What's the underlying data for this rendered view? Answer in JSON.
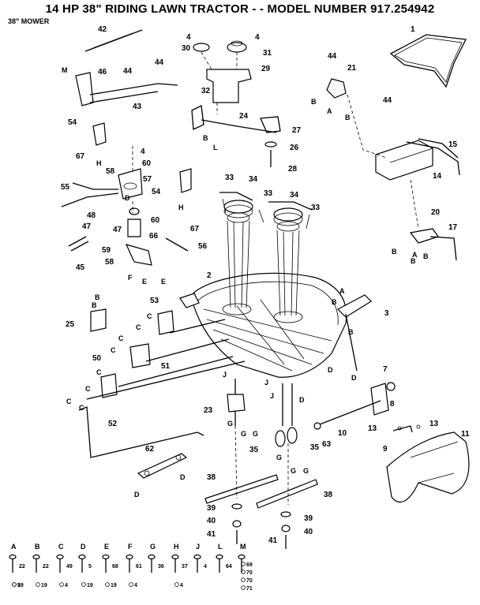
{
  "header": {
    "title": "14 HP 38\" RIDING LAWN TRACTOR - - MODEL NUMBER 917.254942",
    "subtitle": "38\" MOWER"
  },
  "callouts": [
    {
      "id": "c1",
      "text": "1"
    },
    {
      "id": "c2",
      "text": "2"
    },
    {
      "id": "c3",
      "text": "3"
    },
    {
      "id": "c4a",
      "text": "4"
    },
    {
      "id": "c4b",
      "text": "4"
    },
    {
      "id": "c4c",
      "text": "4"
    },
    {
      "id": "c7",
      "text": "7"
    },
    {
      "id": "c8",
      "text": "8"
    },
    {
      "id": "c9",
      "text": "9"
    },
    {
      "id": "c10",
      "text": "10"
    },
    {
      "id": "c11",
      "text": "11"
    },
    {
      "id": "c13a",
      "text": "13"
    },
    {
      "id": "c13b",
      "text": "13"
    },
    {
      "id": "c14",
      "text": "14"
    },
    {
      "id": "c15",
      "text": "15"
    },
    {
      "id": "c17",
      "text": "17"
    },
    {
      "id": "c20",
      "text": "20"
    },
    {
      "id": "c21",
      "text": "21"
    },
    {
      "id": "c23",
      "text": "23"
    },
    {
      "id": "c24",
      "text": "24"
    },
    {
      "id": "c25",
      "text": "25"
    },
    {
      "id": "c26",
      "text": "26"
    },
    {
      "id": "c27",
      "text": "27"
    },
    {
      "id": "c28",
      "text": "28"
    },
    {
      "id": "c29",
      "text": "29"
    },
    {
      "id": "c30",
      "text": "30"
    },
    {
      "id": "c31",
      "text": "31"
    },
    {
      "id": "c32",
      "text": "32"
    },
    {
      "id": "c33a",
      "text": "33"
    },
    {
      "id": "c33b",
      "text": "33"
    },
    {
      "id": "c33c",
      "text": "33"
    },
    {
      "id": "c34a",
      "text": "34"
    },
    {
      "id": "c34b",
      "text": "34"
    },
    {
      "id": "c35a",
      "text": "35"
    },
    {
      "id": "c35b",
      "text": "35"
    },
    {
      "id": "c38a",
      "text": "38"
    },
    {
      "id": "c38b",
      "text": "38"
    },
    {
      "id": "c39a",
      "text": "39"
    },
    {
      "id": "c39b",
      "text": "39"
    },
    {
      "id": "c40a",
      "text": "40"
    },
    {
      "id": "c40b",
      "text": "40"
    },
    {
      "id": "c41a",
      "text": "41"
    },
    {
      "id": "c41b",
      "text": "41"
    },
    {
      "id": "c42",
      "text": "42"
    },
    {
      "id": "c43",
      "text": "43"
    },
    {
      "id": "c44a",
      "text": "44"
    },
    {
      "id": "c44b",
      "text": "44"
    },
    {
      "id": "c44c",
      "text": "44"
    },
    {
      "id": "c44d",
      "text": "44"
    },
    {
      "id": "c45",
      "text": "45"
    },
    {
      "id": "c46",
      "text": "46"
    },
    {
      "id": "c47a",
      "text": "47"
    },
    {
      "id": "c47b",
      "text": "47"
    },
    {
      "id": "c48",
      "text": "48"
    },
    {
      "id": "c50",
      "text": "50"
    },
    {
      "id": "c51",
      "text": "51"
    },
    {
      "id": "c52",
      "text": "52"
    },
    {
      "id": "c53",
      "text": "53"
    },
    {
      "id": "c54a",
      "text": "54"
    },
    {
      "id": "c54b",
      "text": "54"
    },
    {
      "id": "c55",
      "text": "55"
    },
    {
      "id": "c56",
      "text": "56"
    },
    {
      "id": "c57",
      "text": "57"
    },
    {
      "id": "c58a",
      "text": "58"
    },
    {
      "id": "c58b",
      "text": "58"
    },
    {
      "id": "c59",
      "text": "59"
    },
    {
      "id": "c60a",
      "text": "60"
    },
    {
      "id": "c60b",
      "text": "60"
    },
    {
      "id": "c62",
      "text": "62"
    },
    {
      "id": "c63",
      "text": "63"
    },
    {
      "id": "c66",
      "text": "66"
    },
    {
      "id": "c67a",
      "text": "67"
    },
    {
      "id": "c67b",
      "text": "67"
    }
  ],
  "letters": [
    {
      "id": "lM",
      "text": "M"
    },
    {
      "id": "lH1",
      "text": "H"
    },
    {
      "id": "lH2",
      "text": "H"
    },
    {
      "id": "lD1",
      "text": "D"
    },
    {
      "id": "lD2",
      "text": "D"
    },
    {
      "id": "lD3",
      "text": "D"
    },
    {
      "id": "lD4",
      "text": "D"
    },
    {
      "id": "lD5",
      "text": "D"
    },
    {
      "id": "lD6",
      "text": "D"
    },
    {
      "id": "lB1",
      "text": "B"
    },
    {
      "id": "lB2",
      "text": "B"
    },
    {
      "id": "lB3",
      "text": "B"
    },
    {
      "id": "lB4",
      "text": "B"
    },
    {
      "id": "lB5",
      "text": "B"
    },
    {
      "id": "lB6",
      "text": "B"
    },
    {
      "id": "lB7",
      "text": "B"
    },
    {
      "id": "lB8",
      "text": "B"
    },
    {
      "id": "lB9",
      "text": "B"
    },
    {
      "id": "lB10",
      "text": "B"
    },
    {
      "id": "lA1",
      "text": "A"
    },
    {
      "id": "lA2",
      "text": "A"
    },
    {
      "id": "lA3",
      "text": "A"
    },
    {
      "id": "lL",
      "text": "L"
    },
    {
      "id": "lF",
      "text": "F"
    },
    {
      "id": "lE1",
      "text": "E"
    },
    {
      "id": "lE2",
      "text": "E"
    },
    {
      "id": "lC1",
      "text": "C"
    },
    {
      "id": "lC2",
      "text": "C"
    },
    {
      "id": "lC3",
      "text": "C"
    },
    {
      "id": "lC4",
      "text": "C"
    },
    {
      "id": "lC5",
      "text": "C"
    },
    {
      "id": "lC6",
      "text": "C"
    },
    {
      "id": "lC7",
      "text": "C"
    },
    {
      "id": "lC8",
      "text": "C"
    },
    {
      "id": "lJ1",
      "text": "J"
    },
    {
      "id": "lJ2",
      "text": "J"
    },
    {
      "id": "lJ3",
      "text": "J"
    },
    {
      "id": "lG1",
      "text": "G"
    },
    {
      "id": "lG2",
      "text": "G"
    },
    {
      "id": "lG3",
      "text": "G"
    },
    {
      "id": "lG4",
      "text": "G"
    },
    {
      "id": "lG5",
      "text": "G"
    },
    {
      "id": "lG6",
      "text": "G"
    }
  ],
  "hardware_key": [
    {
      "letter": "A",
      "parts": [
        "22",
        "5",
        "19"
      ]
    },
    {
      "letter": "B",
      "parts": [
        "22",
        "19"
      ]
    },
    {
      "letter": "C",
      "parts": [
        "49",
        "4"
      ]
    },
    {
      "letter": "D",
      "parts": [
        "5",
        "19"
      ]
    },
    {
      "letter": "E",
      "parts": [
        "68",
        "19"
      ]
    },
    {
      "letter": "F",
      "parts": [
        "61",
        "4"
      ]
    },
    {
      "letter": "G",
      "parts": [
        "36"
      ]
    },
    {
      "letter": "H",
      "parts": [
        "37",
        "4"
      ]
    },
    {
      "letter": "J",
      "parts": [
        "4"
      ]
    },
    {
      "letter": "L",
      "parts": [
        "64"
      ]
    },
    {
      "letter": "M",
      "parts": [
        "69",
        "70",
        "70",
        "71"
      ]
    }
  ]
}
